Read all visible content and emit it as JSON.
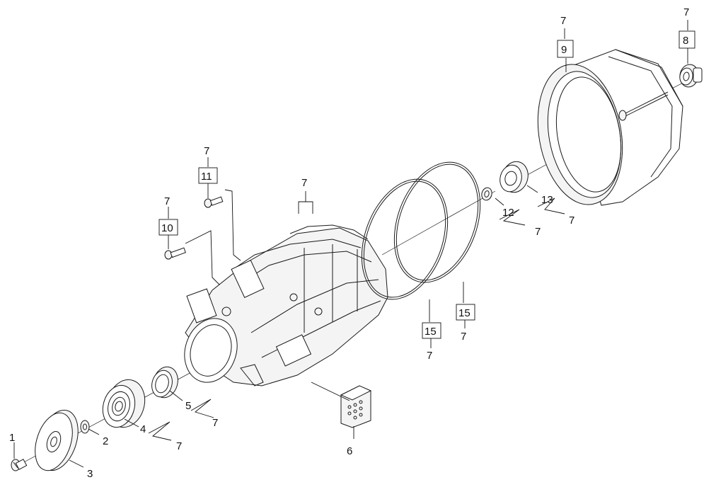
{
  "diagram": {
    "callouts": [
      {
        "id": "c1",
        "text": "1"
      },
      {
        "id": "c2",
        "text": "2"
      },
      {
        "id": "c3",
        "text": "3"
      },
      {
        "id": "c4",
        "text": "4"
      },
      {
        "id": "c4s",
        "text": "7"
      },
      {
        "id": "c5",
        "text": "5"
      },
      {
        "id": "c5s",
        "text": "7"
      },
      {
        "id": "c6",
        "text": "6"
      },
      {
        "id": "c7a",
        "text": "7"
      },
      {
        "id": "c9top",
        "text": "7"
      },
      {
        "id": "c9",
        "text": "9"
      },
      {
        "id": "c8top",
        "text": "7"
      },
      {
        "id": "c8",
        "text": "8"
      },
      {
        "id": "c11top",
        "text": "7"
      },
      {
        "id": "c11",
        "text": "11"
      },
      {
        "id": "c10top",
        "text": "7"
      },
      {
        "id": "c10",
        "text": "10"
      },
      {
        "id": "c12",
        "text": "12"
      },
      {
        "id": "c12s",
        "text": "7"
      },
      {
        "id": "c13",
        "text": "13"
      },
      {
        "id": "c13s",
        "text": "7"
      },
      {
        "id": "c15a",
        "text": "15"
      },
      {
        "id": "c15as",
        "text": "7"
      },
      {
        "id": "c15b",
        "text": "15"
      },
      {
        "id": "c15bs",
        "text": "7"
      }
    ]
  }
}
